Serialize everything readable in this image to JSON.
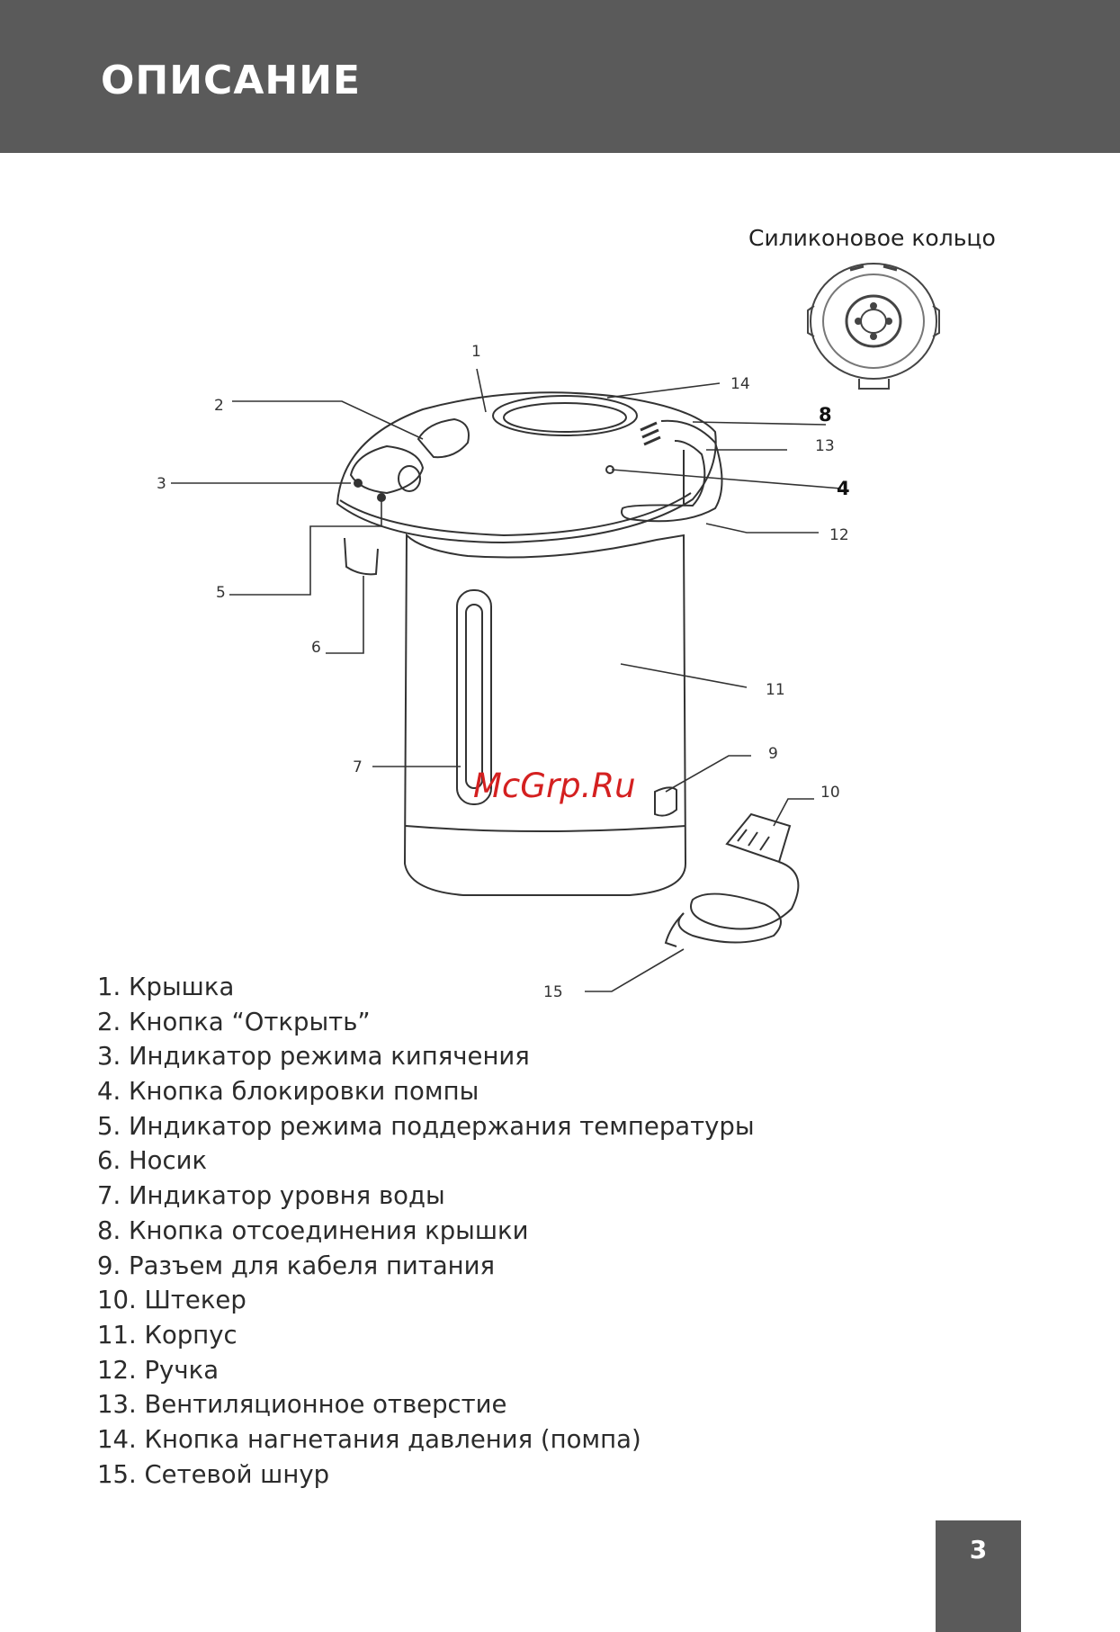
{
  "header": {
    "title": "ОПИСАНИЕ"
  },
  "ring": {
    "caption": "Силиконовое кольцо"
  },
  "callouts": [
    "1",
    "2",
    "3",
    "4",
    "5",
    "6",
    "7",
    "8",
    "9",
    "10",
    "11",
    "12",
    "13",
    "14",
    "15"
  ],
  "watermark": "McGrp.Ru",
  "parts": [
    "1. Крышка",
    "2. Кнопка “Открыть”",
    "3. Индикатор режима кипячения",
    "4. Кнопка блокировки помпы",
    "5. Индикатор режима поддержания температуры",
    "6. Носик",
    "7. Индикатор уровня воды",
    "8. Кнопка отсоединения крышки",
    "9. Разъем для кабеля питания",
    "10. Штекер",
    "11. Корпус",
    "12. Ручка",
    "13. Вентиляционное отверстие",
    "14. Кнопка нагнетания давления (помпа)",
    "15. Сетевой шнур"
  ],
  "page": {
    "number": "3"
  },
  "colors": {
    "header": "#5a5a5a",
    "watermark": "#d42020"
  }
}
